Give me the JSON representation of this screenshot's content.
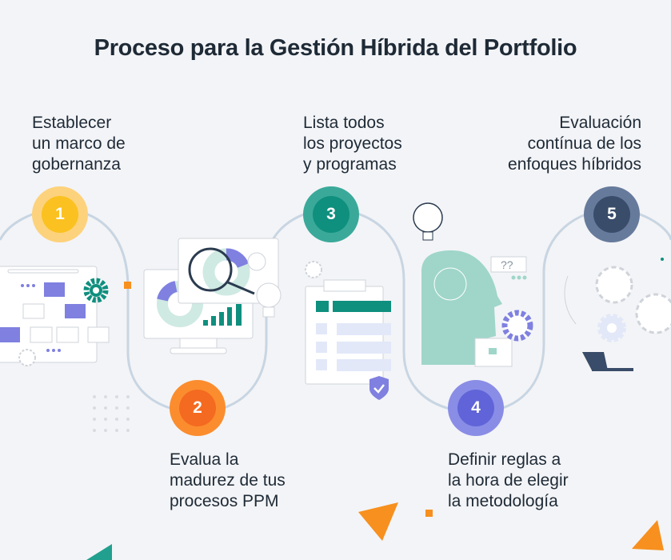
{
  "title": "Proceso para la Gestión Híbrida del Portfolio",
  "steps": [
    {
      "number": "1",
      "label": "Establecer\nun marco de\ngobernanza",
      "outer": "#fdd27c",
      "inner": "#fbc120"
    },
    {
      "number": "2",
      "label": "Evalua la\nmadurez de tus\nprocesos PPM",
      "outer": "#fb8d2e",
      "inner": "#f46a20"
    },
    {
      "number": "3",
      "label": "Lista todos\nlos proyectos\ny programas",
      "outer": "#3aa99a",
      "inner": "#0f8f7e"
    },
    {
      "number": "4",
      "label": "Definir reglas a\nla hora  de elegir\nla metodología",
      "outer": "#8a8de6",
      "inner": "#6064d8"
    },
    {
      "number": "5",
      "label": "Evaluación\ncontínua de los\nenfoques híbridos",
      "outer": "#667a9c",
      "inner": "#394c69"
    }
  ],
  "illustration_text": {
    "question_marks": "??"
  },
  "colors": {
    "path": "#c8d5e2",
    "teal": "#0f8f7e",
    "purple": "#7f80e0",
    "orange": "#f7901e",
    "mint": "#9fd6c9"
  }
}
